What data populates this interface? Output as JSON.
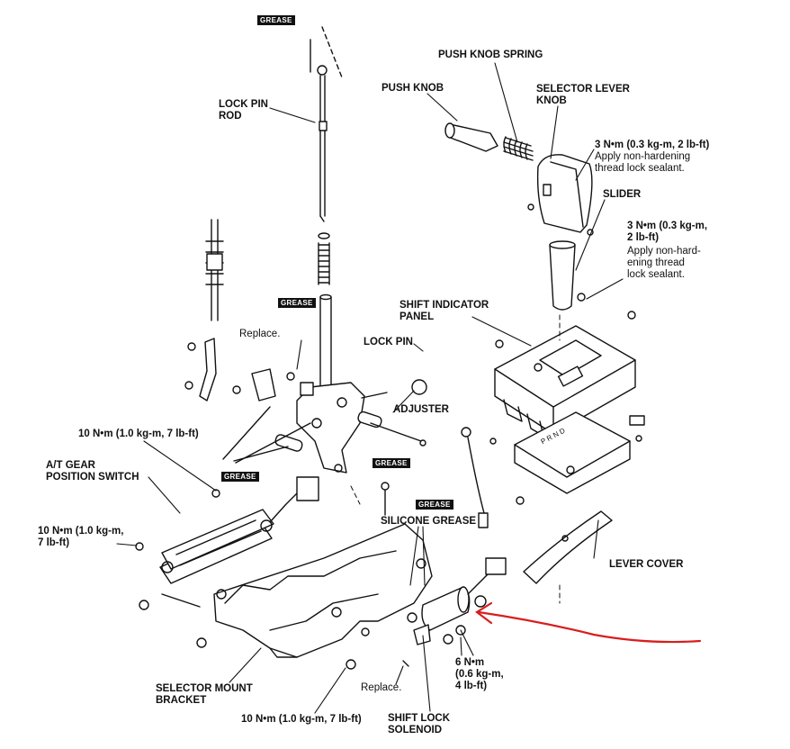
{
  "labels": {
    "lock_pin_rod": "LOCK PIN\nROD",
    "push_knob_spring": "PUSH KNOB SPRING",
    "push_knob": "PUSH KNOB",
    "selector_lever_knob": "SELECTOR LEVER\nKNOB",
    "torque_3nm_1": "3 N•m (0.3 kg-m, 2 lb-ft)",
    "sealant_1": "Apply non-hardening\nthread lock sealant.",
    "slider": "SLIDER",
    "torque_3nm_2": "3 N•m (0.3 kg-m,\n2 lb-ft)",
    "sealant_2": "Apply non-hard-\nening thread\nlock sealant.",
    "shift_indicator_panel": "SHIFT INDICATOR\nPANEL",
    "replace_1": "Replace.",
    "lock_pin": "LOCK PIN",
    "adjuster": "ADJUSTER",
    "torque_10nm_1": "10 N•m (1.0 kg-m, 7 lb-ft)",
    "at_gear_position_switch": "A/T GEAR\nPOSITION SWITCH",
    "torque_10nm_2": "10 N•m (1.0 kg-m,\n7 lb-ft)",
    "silicone_grease": "SILICONE GREASE",
    "lever_cover": "LEVER COVER",
    "torque_6nm": "6 N•m\n(0.6 kg-m,\n4 lb-ft)",
    "replace_2": "Replace.",
    "selector_mount_bracket": "SELECTOR MOUNT\nBRACKET",
    "torque_10nm_3": "10 N•m (1.0 kg-m, 7 lb-ft)",
    "shift_lock_solenoid": "SHIFT LOCK\nSOLENOID"
  },
  "grease_tag": "GREASE",
  "indicator_letters": "P R N D",
  "highlight_color": "#d81e1e"
}
